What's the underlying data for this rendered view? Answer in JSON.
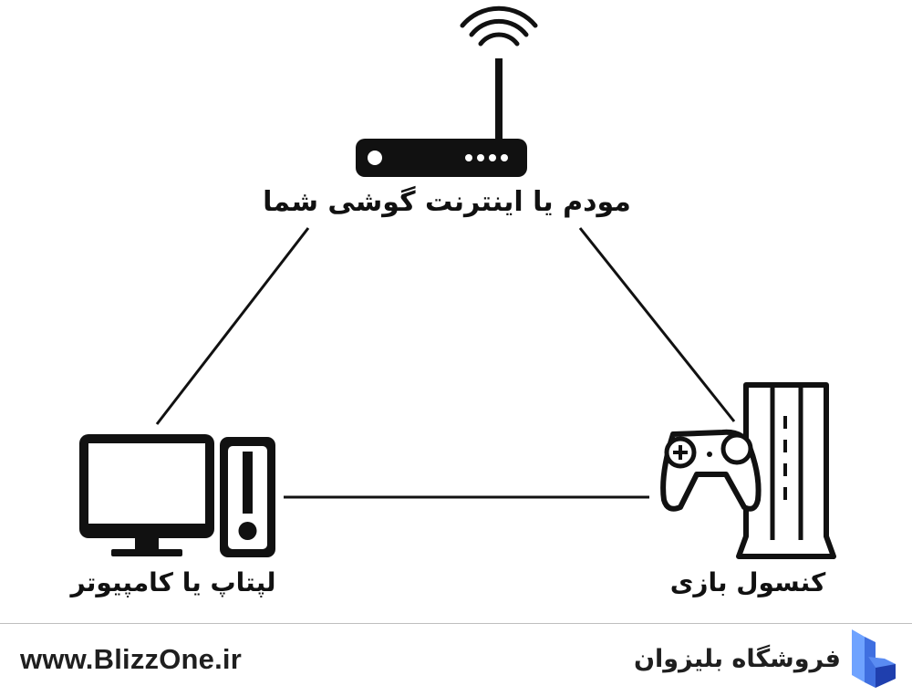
{
  "nodes": {
    "modem": {
      "label": "مودم یا اینترنت گوشی شما",
      "icon": "router-icon"
    },
    "computer": {
      "label": "لپتاپ یا کامپیوتر",
      "icon": "desktop-computer-icon"
    },
    "console": {
      "label": "کنسول بازی",
      "icon": "game-console-icon"
    }
  },
  "connections": [
    {
      "from": "modem",
      "to": "computer"
    },
    {
      "from": "modem",
      "to": "console"
    },
    {
      "from": "computer",
      "to": "console"
    }
  ],
  "footer": {
    "website": "www.BlizzOne.ir",
    "brand_name": "فروشگاه بلیزوان",
    "logo_icon": "blizzone-logo-icon"
  },
  "colors": {
    "ink": "#111111",
    "divider": "#bfbfbf",
    "logo_light": "#6fa3ff",
    "logo_dark": "#1f3fae"
  }
}
